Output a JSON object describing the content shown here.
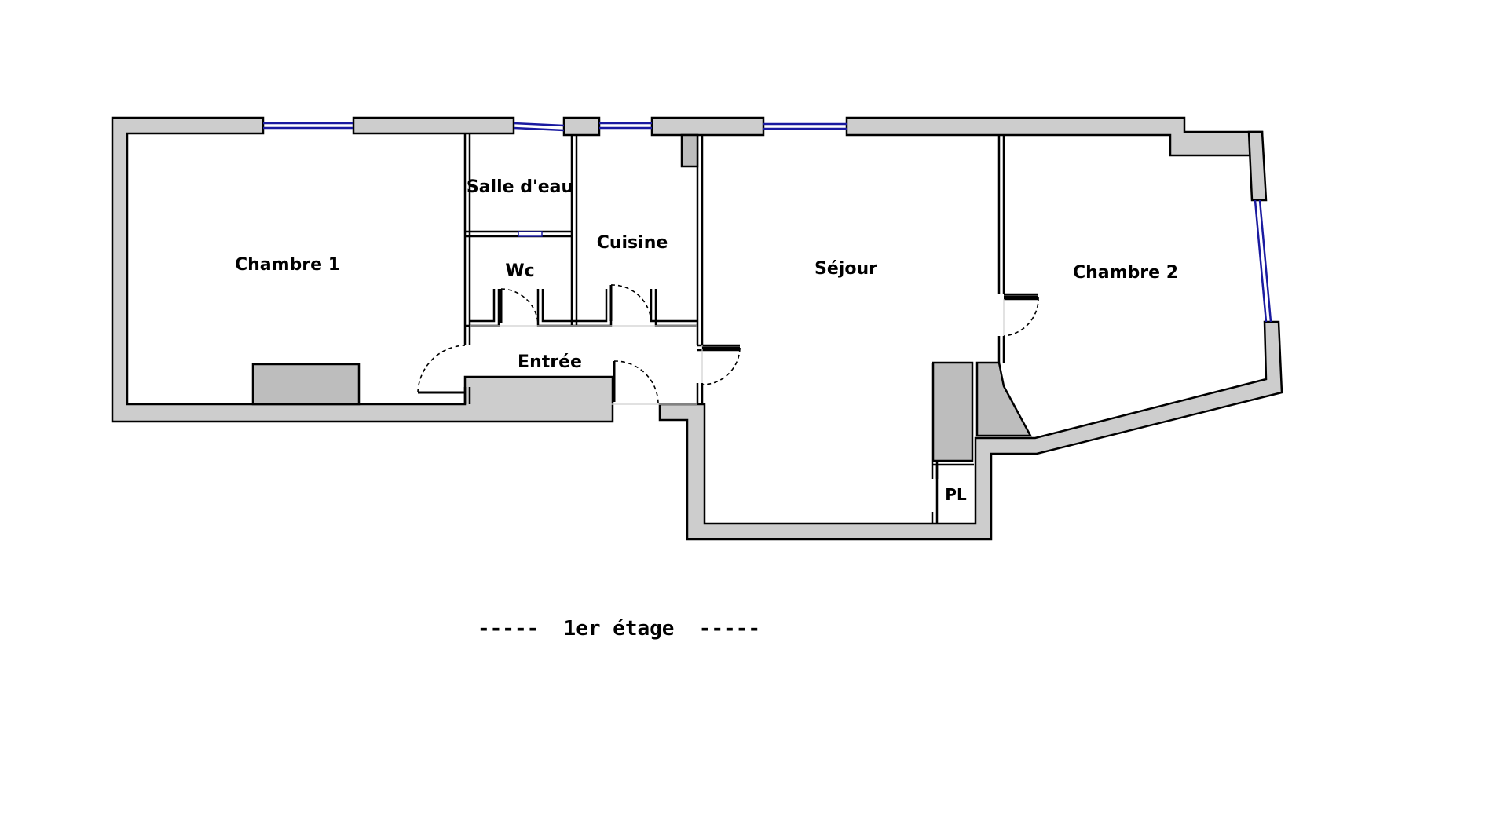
{
  "rooms": {
    "chambre1": "Chambre 1",
    "salle_deau": "Salle d'eau",
    "wc": "Wc",
    "cuisine": "Cuisine",
    "entree": "Entrée",
    "sejour": "Séjour",
    "chambre2": "Chambre 2",
    "placard": "PL"
  },
  "floor_label": "-----  1er étage  -----",
  "colors": {
    "wall": "#cdcdcd",
    "outline": "#000000",
    "window": "#1a1aa0",
    "furniture": "#bdbdbd"
  }
}
